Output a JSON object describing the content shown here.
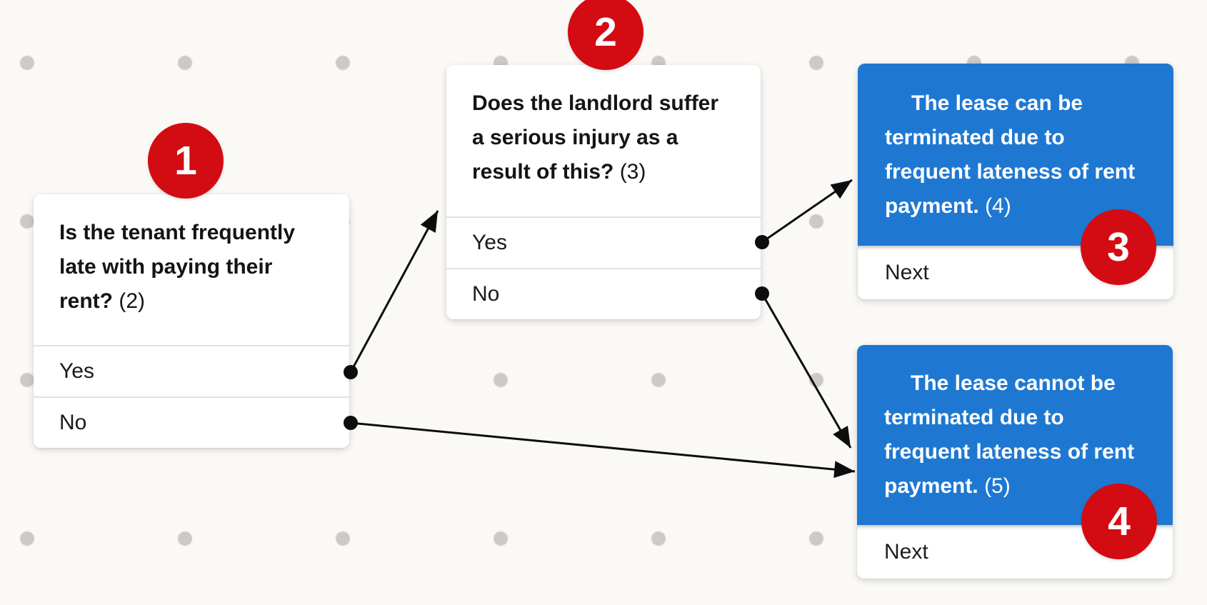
{
  "diagram": {
    "nodes": [
      {
        "badge": "1",
        "type": "question",
        "question": "Is the tenant frequently late with paying their rent?",
        "ref": "(2)",
        "options": [
          "Yes",
          "No"
        ]
      },
      {
        "badge": "2",
        "type": "question",
        "question": "Does the landlord suffer a serious injury as a result of this?",
        "ref": "(3)",
        "options": [
          "Yes",
          "No"
        ]
      },
      {
        "badge": "3",
        "type": "message",
        "message": "The lease can be terminated due to frequent lateness of rent payment.",
        "ref": "(4)",
        "action": "Next"
      },
      {
        "badge": "4",
        "type": "message",
        "message": "The lease cannot be terminated due to frequent lateness of rent payment.",
        "ref": "(5)",
        "action": "Next"
      }
    ],
    "edges": [
      {
        "from_node": "1",
        "from_port": "Yes",
        "to_node": "2"
      },
      {
        "from_node": "1",
        "from_port": "No",
        "to_node": "4"
      },
      {
        "from_node": "2",
        "from_port": "Yes",
        "to_node": "3"
      },
      {
        "from_node": "2",
        "from_port": "No",
        "to_node": "4"
      }
    ],
    "colors": {
      "background": "#fbf9f6",
      "grid_dot": "#cdc9c6",
      "card": "#ffffff",
      "message_blue": "#1e78d2",
      "badge_red": "#d30b13",
      "connector": "#0d0d0d",
      "divider": "#e1e1e0"
    }
  }
}
